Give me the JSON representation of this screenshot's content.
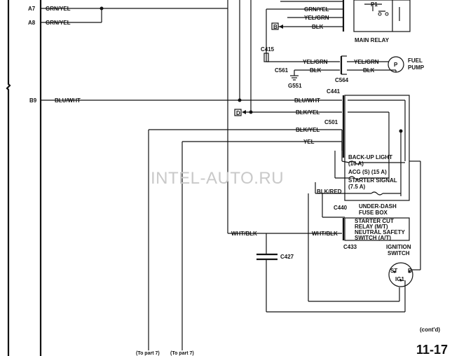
{
  "pins": {
    "a7": "A7",
    "a8": "A8",
    "b9": "B9"
  },
  "wires": {
    "grn_yel": "GRN/YEL",
    "blu_wht": "BLU/WHT",
    "yel_grn": "YEL/GRN",
    "blk": "BLK",
    "blk_yel": "BLK/YEL",
    "yel": "YEL",
    "blk_red": "BLK/RED",
    "wht_blk": "WHT/BLK"
  },
  "connectors": {
    "c415": "C415",
    "c561": "C561",
    "g551": "G551",
    "c564": "C564",
    "c441": "C441",
    "c501": "C501",
    "c440": "C440",
    "c433": "C433",
    "c427": "C427"
  },
  "components": {
    "main_relay": "MAIN RELAY",
    "p1": "P1",
    "fuel_pump_line1": "FUEL",
    "fuel_pump_line2": "PUMP",
    "pump_symbol": "P",
    "fuse_backup": "BACK-UP LIGHT",
    "fuse_backup_amp": "(10 A)",
    "fuse_acg": "ACG (S) (15 A)",
    "fuse_starter": "STARTER SIGNAL",
    "fuse_starter_amp": "(7.5 A)",
    "fuse_box_line1": "UNDER-DASH",
    "fuse_box_line2": "FUSE BOX",
    "relay_line1": "STARTER CUT",
    "relay_line2": "RELAY (M/T)",
    "relay_line3": "NEUTRAL SAFETY",
    "relay_line4": "SWITCH (A/T)",
    "ign_line1": "IGNITION",
    "ign_line2": "SWITCH",
    "ign_st": "ST",
    "ign_b": "B",
    "ign_ig1": "IG1"
  },
  "refs": {
    "b": "B",
    "d": "D",
    "to_part_left": "(To part 7)",
    "to_part_right": "(To part 7)"
  },
  "footer": {
    "contd": "(cont'd)",
    "page": "11-17"
  },
  "watermark": "INTEL-AUTO.RU"
}
